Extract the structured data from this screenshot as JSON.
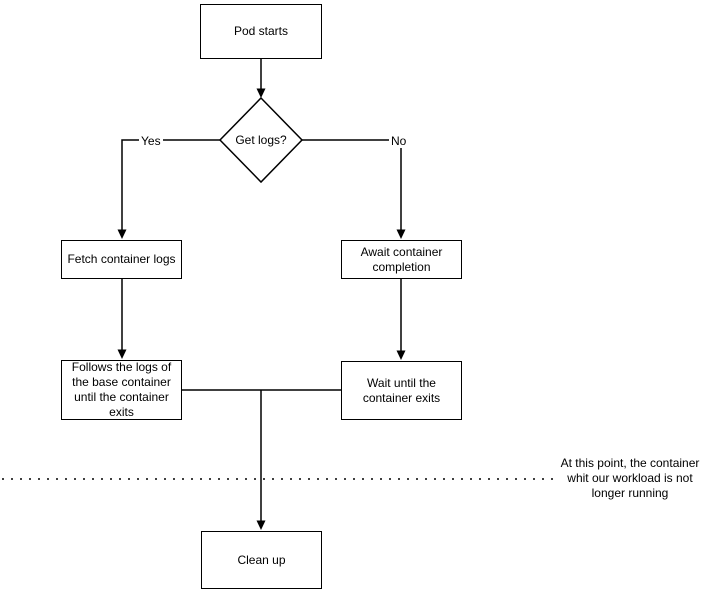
{
  "flowchart": {
    "nodes": {
      "pod_starts": "Pod starts",
      "get_logs": "Get logs?",
      "fetch_logs": "Fetch container logs",
      "await_completion": "Await container\ncompletion",
      "follows_logs": "Follows the logs of\nthe base container\nuntil the container\nexits",
      "wait_exits": "Wait until the\ncontainer exits",
      "clean_up": "Clean up"
    },
    "edge_labels": {
      "yes": "Yes",
      "no": "No"
    },
    "annotation": "At this point, the container\nwhit our workload is not\nlonger running",
    "colors": {
      "stroke": "#000000",
      "background": "#ffffff",
      "dotted_line": "#404040"
    }
  }
}
